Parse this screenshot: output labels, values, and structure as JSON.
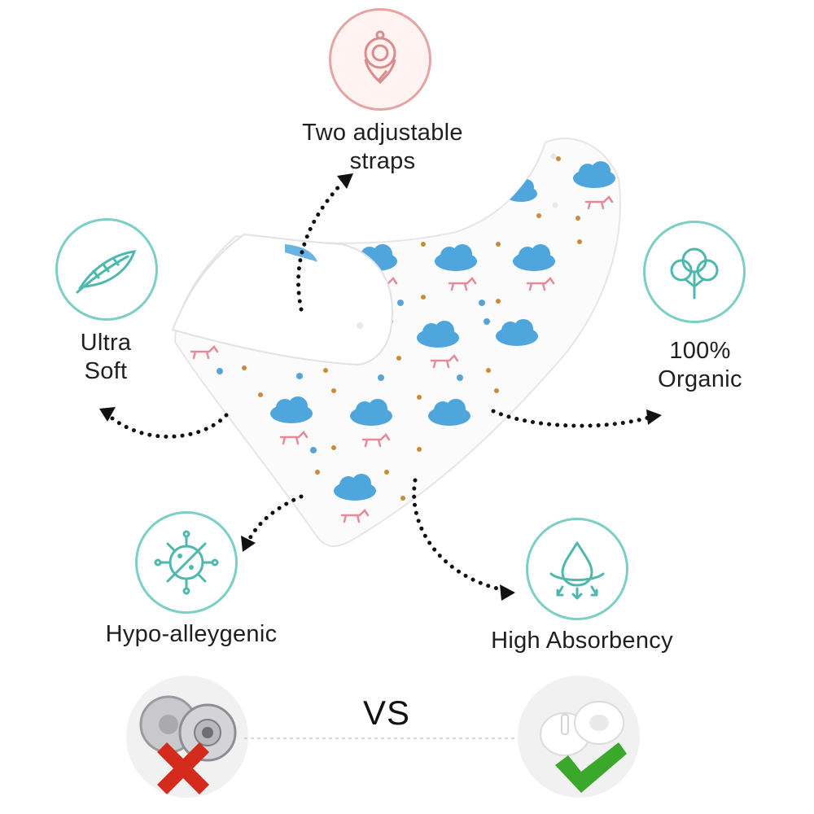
{
  "features": {
    "straps": {
      "label": "Two adjustable straps",
      "line1": "Two adjustable",
      "line2": "straps",
      "icon": "strap-icon",
      "color": "#d98c8c"
    },
    "soft": {
      "label": "Ultra Soft",
      "line1": "Ultra",
      "line2": "Soft",
      "icon": "feather-icon",
      "color": "#4fb8ad"
    },
    "organic": {
      "label": "100% Organic",
      "line1": "100%",
      "line2": "Organic",
      "icon": "cotton-icon",
      "color": "#4fb8ad"
    },
    "hypo": {
      "label": "Hypo-alleygenic",
      "icon": "virus-icon",
      "color": "#4fb8ad"
    },
    "absorb": {
      "label": "High Absorbency",
      "icon": "water-drop-icon",
      "color": "#4fb8ad"
    }
  },
  "comparison": {
    "vs": "VS",
    "bad": {
      "icon": "metal-snap-button-icon",
      "mark": "red-cross-icon",
      "color": "#d42b1c"
    },
    "good": {
      "icon": "plastic-snap-button-icon",
      "mark": "green-check-icon",
      "color": "#3aa82a"
    }
  },
  "product": {
    "name": "bandana-bib",
    "colors": {
      "cloud": "#4fa6dd",
      "fox": "#e58a96",
      "star": "#c98a3a",
      "flower": "#5aa3d6"
    }
  }
}
